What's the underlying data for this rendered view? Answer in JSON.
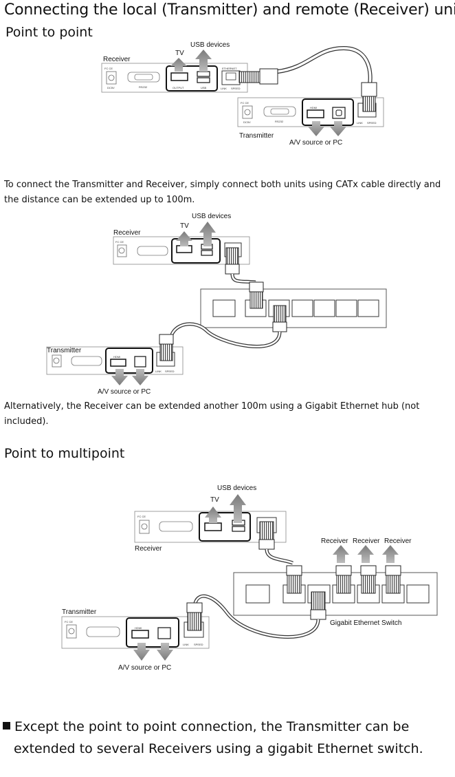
{
  "header": {
    "title": "Connecting the local (Transmitter) and remote (Receiver) unit",
    "subtitle": "Point to point"
  },
  "diagram1": {
    "receiver": "Receiver",
    "transmitter": "Transmitter",
    "tv": "TV",
    "usb_devices": "USB devices",
    "av_source": "A/V source  or  PC"
  },
  "para1": "To connect the Transmitter and Receiver, simply connect both units using CATx cable directly and the distance can be extended up to 100m.",
  "diagram2": {
    "receiver": "Receiver",
    "transmitter": "Transmitter",
    "tv": "TV",
    "usb_devices": "USB devices",
    "av_source": "A/V source or PC"
  },
  "para2": "Alternatively, the Receiver can be extended another 100m using a Gigabit Ethernet hub (not included).",
  "section2": {
    "title": "Point to multipoint"
  },
  "diagram3": {
    "receiver": "Receiver",
    "transmitter": "Transmitter",
    "tv": "TV",
    "usb_devices": "USB devices",
    "av_source": "A/V source or PC",
    "switch": "Gigabit Ethernet Switch",
    "remote_receivers": [
      "Receiver",
      "Receiver",
      "Receiver"
    ]
  },
  "panel_text": {
    "fcc": "FC CE",
    "dc": "DC5V",
    "rs232": "RS232",
    "output": "OUTPUT",
    "usb": "USB",
    "ethernet": "ETHERNET",
    "link": "LINK",
    "speed": "SPEED",
    "hdmi": "HDMI"
  },
  "footer": {
    "line1": "Except the point to point connection, the Transmitter can be",
    "line2": "extended to several Receivers using a  gigabit Ethernet switch."
  }
}
